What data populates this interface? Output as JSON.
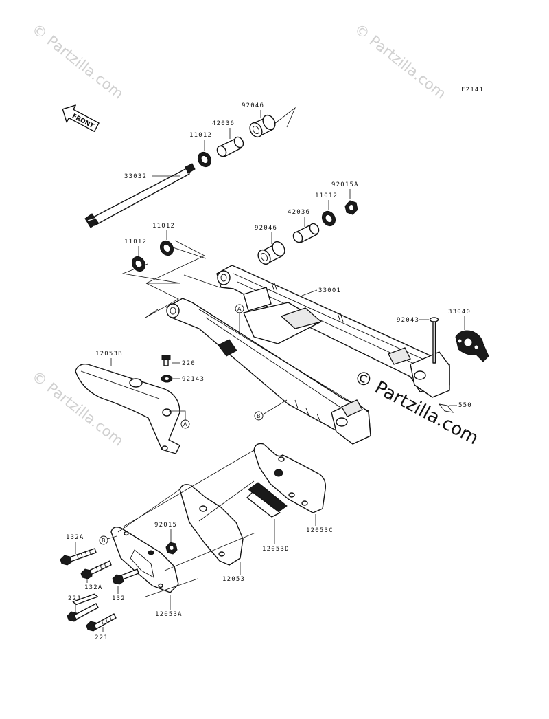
{
  "figure_code": "F2141",
  "front_label": "FRONT",
  "watermark_text": "© Partzilla.com",
  "brand_text": "© Partzilla.com",
  "callouts": {
    "a_upper": "A",
    "a_lower": "A",
    "b_arm": "B",
    "b_guide": "B"
  },
  "labels": {
    "p92046_top": "92046",
    "p42036_top": "42036",
    "p11012_top": "11012",
    "p33032": "33032",
    "p92015A": "92015A",
    "p11012_right": "11012",
    "p42036_right": "42036",
    "p92046_right": "92046",
    "p11012_mid": "11012",
    "p11012_left": "11012",
    "p33001": "33001",
    "p92043": "92043",
    "p33040": "33040",
    "p12053B": "12053B",
    "p220": "220",
    "p92143": "92143",
    "p550": "550",
    "p132A_a": "132A",
    "p92015": "92015",
    "p132A_b": "132A",
    "p132": "132",
    "p221_a": "221",
    "p221_b": "221",
    "p12053A": "12053A",
    "p12053": "12053",
    "p12053D": "12053D",
    "p12053C": "12053C"
  }
}
